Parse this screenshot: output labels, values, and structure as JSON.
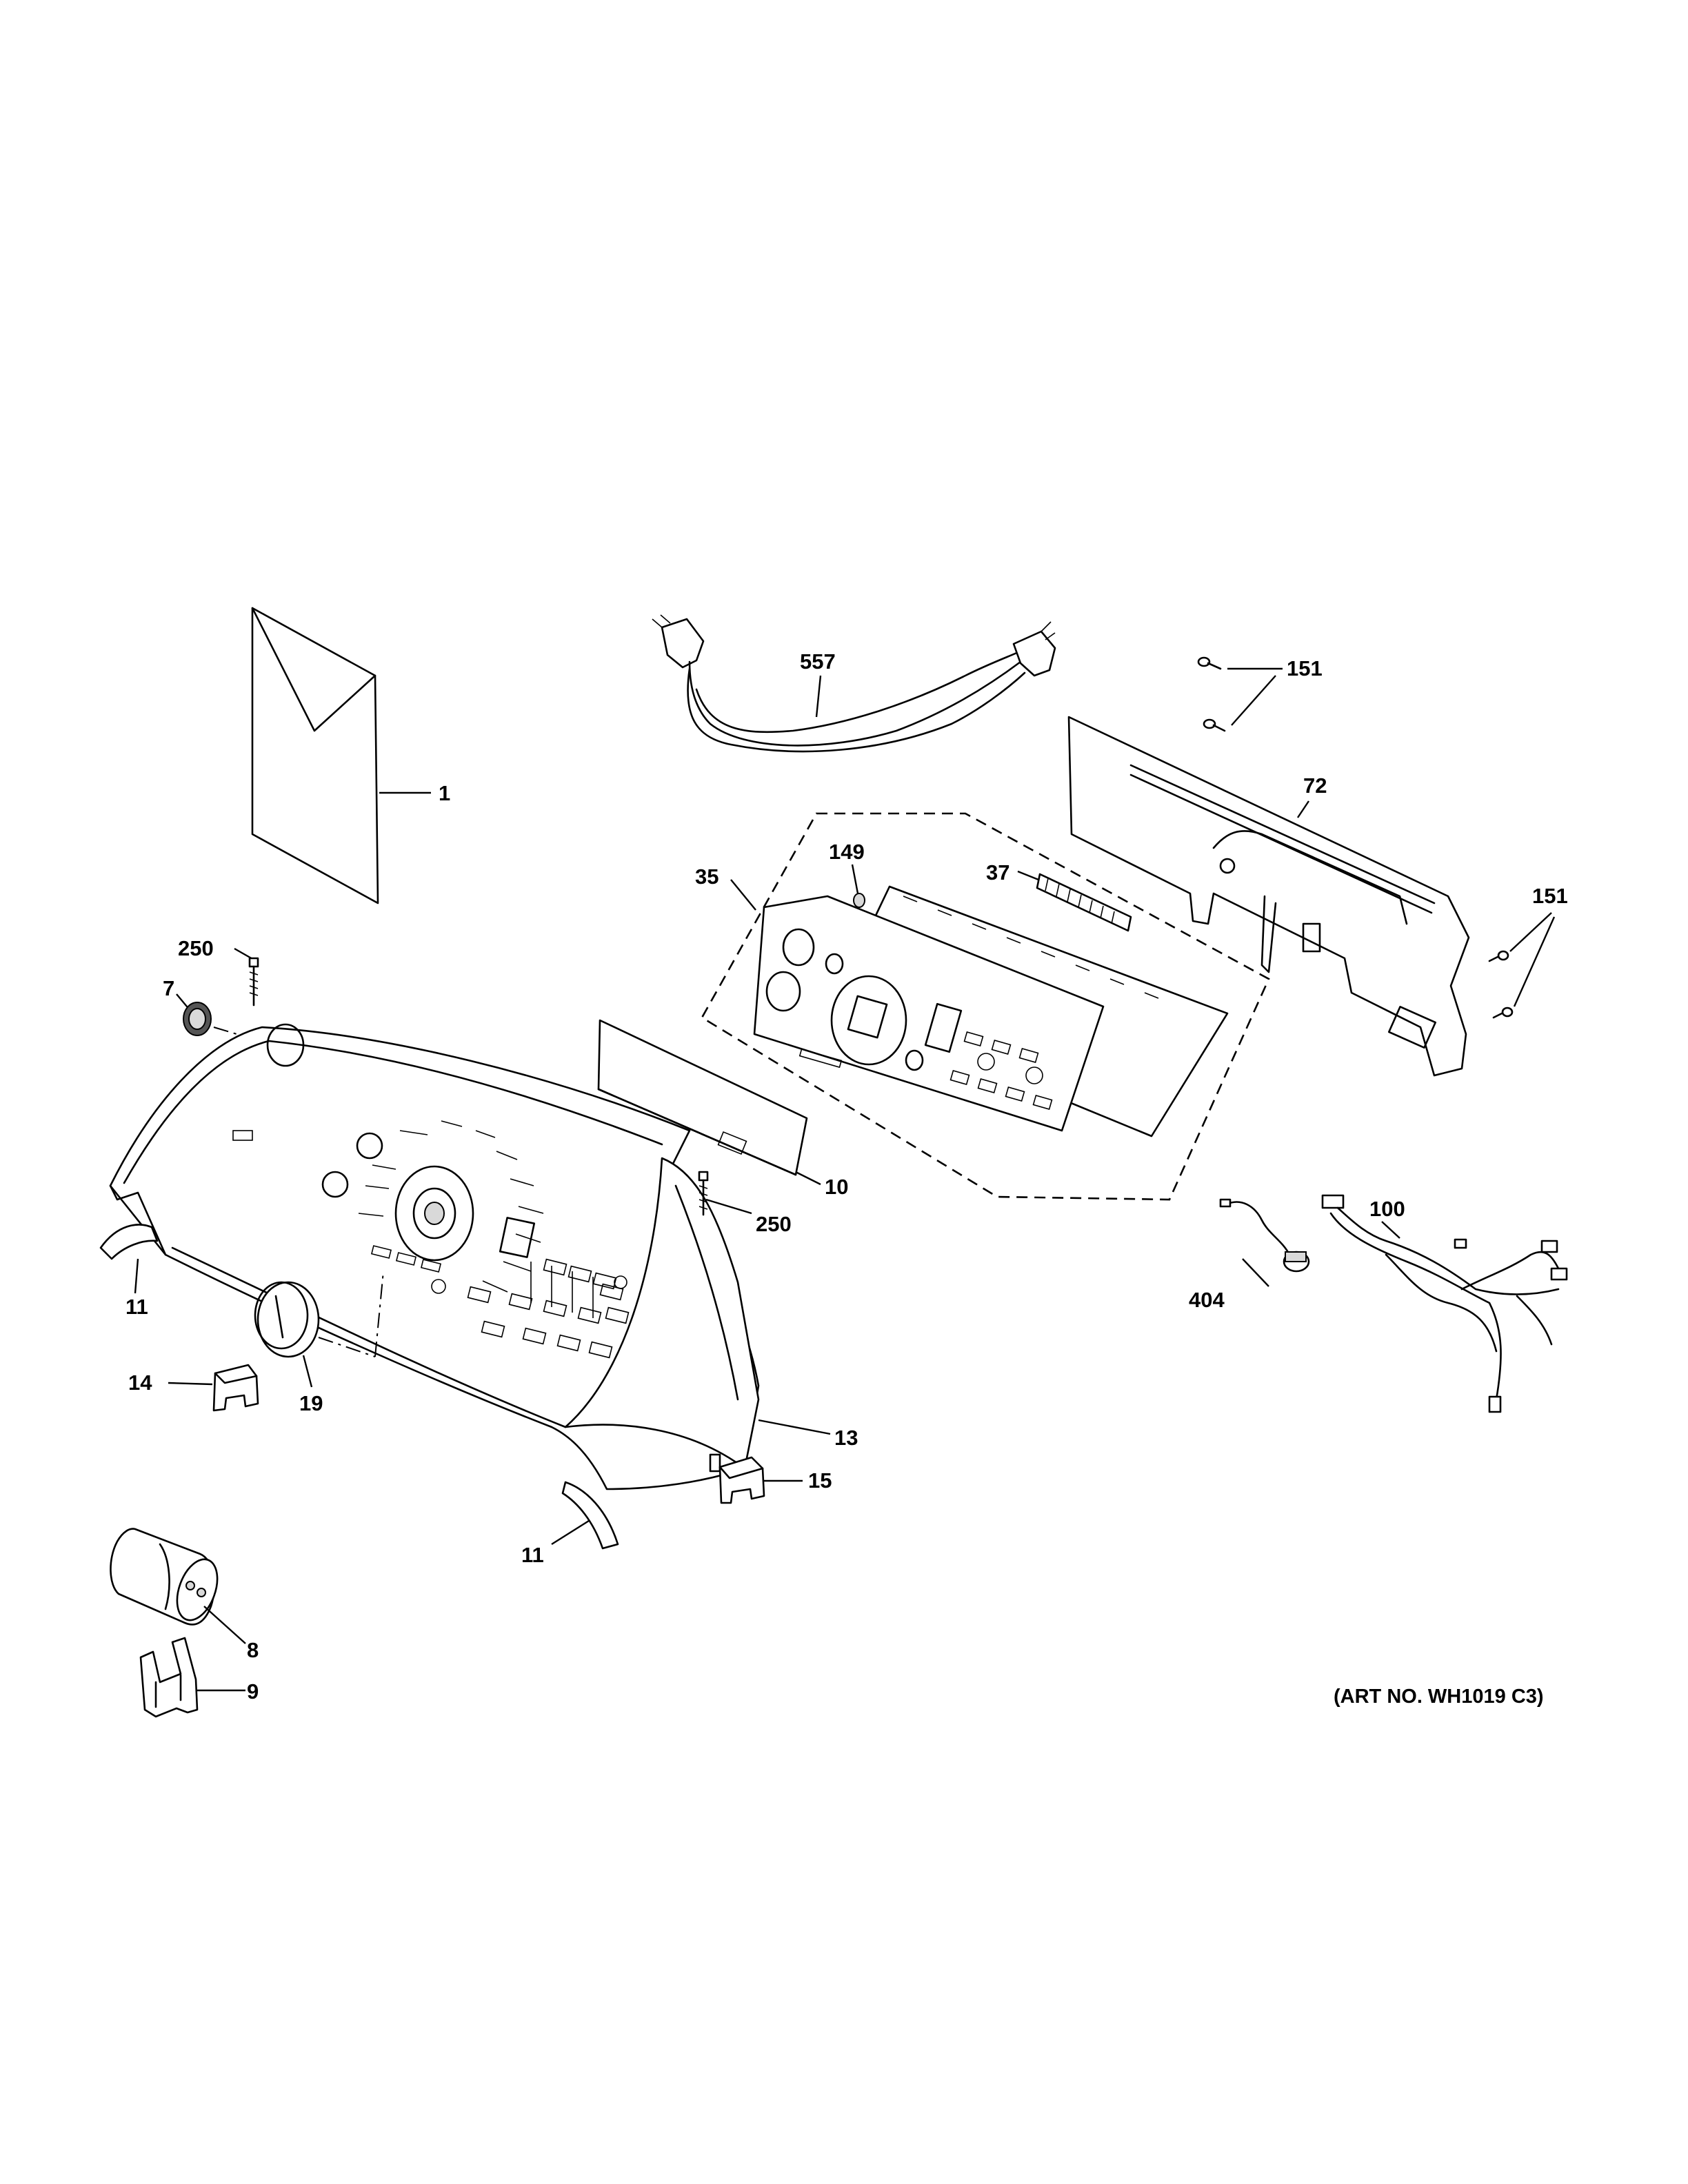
{
  "callouts": {
    "c1": "1",
    "c7": "7",
    "c250a": "250",
    "c250b": "250",
    "c11a": "11",
    "c11b": "11",
    "c14": "14",
    "c19": "19",
    "c13": "13",
    "c15": "15",
    "c8": "8",
    "c9": "9",
    "c10": "10",
    "c35": "35",
    "c149": "149",
    "c37": "37",
    "c557": "557",
    "c151a": "151",
    "c151b": "151",
    "c72": "72",
    "c100": "100",
    "c404": "404"
  },
  "art_number": "(ART NO. WH1019 C3)"
}
